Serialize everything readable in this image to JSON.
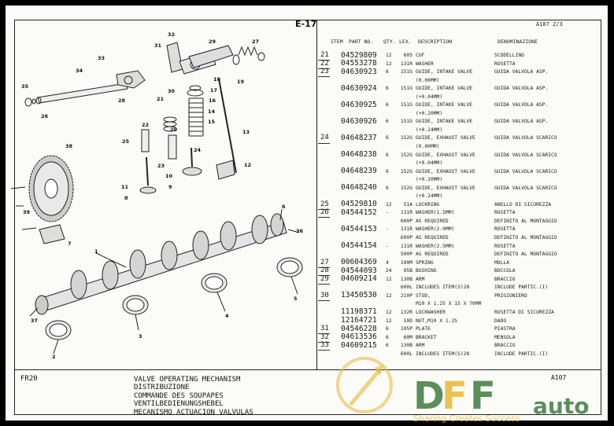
{
  "page": {
    "section": "E-17",
    "page_ref": "A107 2/3"
  },
  "columns": {
    "item": "ITEM",
    "part_no": "PART NO.",
    "qty": "QTY.",
    "lex": "LEX.",
    "description": "DESCRIPTION",
    "denominazione": "DENOMINAZIONE"
  },
  "rows": [
    {
      "item": "21",
      "part": "04529809",
      "qty": "12",
      "lex": "605",
      "desc": "CUF",
      "den": "SCODELLINO"
    },
    {
      "item": "22",
      "part": "04553278",
      "qty": "12",
      "lex": "131R",
      "desc": "WASHER",
      "den": "ROSETTA"
    },
    {
      "item": "23",
      "part": "04630923",
      "qty": "6",
      "lex": "151G",
      "desc": "GUIDE, INTAKE VALVE",
      "den": "GUIDA VALVOLA ASP."
    },
    {
      "item": "",
      "part": "",
      "qty": "",
      "lex": "",
      "desc": "(0.00MM)",
      "den": ""
    },
    {
      "item": "",
      "part": "04630924",
      "qty": "6",
      "lex": "151G",
      "desc": "GUIDE, INTAKE VALVE",
      "den": "GUIDA VALVOLA ASP."
    },
    {
      "item": "",
      "part": "",
      "qty": "",
      "lex": "",
      "desc": "(+0.04MM)",
      "den": ""
    },
    {
      "item": "",
      "part": "04630925",
      "qty": "6",
      "lex": "151G",
      "desc": "GUIDE, INTAKE VALVE",
      "den": "GUIDA VALVOLA ASP."
    },
    {
      "item": "",
      "part": "",
      "qty": "",
      "lex": "",
      "desc": "(+0.20MM)",
      "den": ""
    },
    {
      "item": "",
      "part": "04630926",
      "qty": "6",
      "lex": "151G",
      "desc": "GUIDE, INTAKE VALVE",
      "den": "GUIDA VALVOLA ASP."
    },
    {
      "item": "",
      "part": "",
      "qty": "",
      "lex": "",
      "desc": "(+0.24MM)",
      "den": ""
    },
    {
      "item": "24",
      "part": "04648237",
      "qty": "6",
      "lex": "152G",
      "desc": "GUIDE, EXHAUST VALVE",
      "den": "GUIDA VALVOLA SCARICO"
    },
    {
      "item": "",
      "part": "",
      "qty": "",
      "lex": "",
      "desc": "(0.00MM)",
      "den": ""
    },
    {
      "item": "",
      "part": "04648238",
      "qty": "6",
      "lex": "152G",
      "desc": "GUIDE, EXHAUST VALVE",
      "den": "GUIDA VALVOLA SCARICO"
    },
    {
      "item": "",
      "part": "",
      "qty": "",
      "lex": "",
      "desc": "(+0.04MM)",
      "den": ""
    },
    {
      "item": "",
      "part": "04648239",
      "qty": "6",
      "lex": "152G",
      "desc": "GUIDE, EXHAUST VALVE",
      "den": "GUIDA VALVOLA SCARICO"
    },
    {
      "item": "",
      "part": "",
      "qty": "",
      "lex": "",
      "desc": "(+0.20MM)",
      "den": ""
    },
    {
      "item": "",
      "part": "04648240",
      "qty": "6",
      "lex": "152G",
      "desc": "GUIDE, EXHAUST VALVE",
      "den": "GUIDA VALVOLA SCARICO"
    },
    {
      "item": "",
      "part": "",
      "qty": "",
      "lex": "",
      "desc": "(+0.24MM)",
      "den": ""
    },
    {
      "item": "25",
      "part": "04529810",
      "qty": "12",
      "lex": "51A",
      "desc": "LOCKRING",
      "den": "ANELLO DI SICUREZZA"
    },
    {
      "item": "26",
      "part": "04544152",
      "qty": "-",
      "lex": "131R",
      "desc": "WASHER(1.5MM)",
      "den": "ROSETTA"
    },
    {
      "item": "",
      "part": "",
      "qty": "",
      "lex": "600P",
      "desc": "AS REQUIRED",
      "den": "DEFINITO AL MONTAGGIO"
    },
    {
      "item": "",
      "part": "04544153",
      "qty": "-",
      "lex": "131R",
      "desc": "WASHER(2.0MM)",
      "den": "ROSETTA"
    },
    {
      "item": "",
      "part": "",
      "qty": "",
      "lex": "600P",
      "desc": "AS REQUIRED",
      "den": "DEFINITO AL MONTAGGIO"
    },
    {
      "item": "",
      "part": "04544154",
      "qty": "-",
      "lex": "131R",
      "desc": "WASHER(2.5MM)",
      "den": "ROSETTA"
    },
    {
      "item": "",
      "part": "",
      "qty": "",
      "lex": "500P",
      "desc": "AS REQUIRED",
      "den": "DEFINITO AL MONTAGGIO"
    },
    {
      "item": "27",
      "part": "00604369",
      "qty": "4",
      "lex": "100M",
      "desc": "SPRING",
      "den": "MOLLA"
    },
    {
      "item": "28",
      "part": "04544093",
      "qty": "24",
      "lex": "95B",
      "desc": "BUSHING",
      "den": "BOCCOLA"
    },
    {
      "item": "29",
      "part": "04609214",
      "qty": "12",
      "lex": "130B",
      "desc": "ARM",
      "den": "BRACCIO"
    },
    {
      "item": "",
      "part": "",
      "qty": "",
      "lex": "600L",
      "desc": "INCLUDES ITEM(S)28",
      "den": "INCLUDE PARTIC.(I)"
    },
    {
      "item": "30",
      "part": "13450530",
      "qty": "12",
      "lex": "210P",
      "desc": "STUD,",
      "den": "PRIGIONIERO"
    },
    {
      "item": "",
      "part": "",
      "qty": "",
      "lex": "",
      "desc": "M10 X 1.25 X 15 X 70MM",
      "den": ""
    },
    {
      "item": "",
      "part": "11198371",
      "qty": "12",
      "lex": "132R",
      "desc": "LOCKWASHER",
      "den": "ROSETTA DI SICUREZZA"
    },
    {
      "item": "",
      "part": "12164721",
      "qty": "12",
      "lex": "10D",
      "desc": "NUT,M10 X 1.25",
      "den": "DADO"
    },
    {
      "item": "31",
      "part": "04546228",
      "qty": "6",
      "lex": "105P",
      "desc": "PLATE",
      "den": "PIASTRA"
    },
    {
      "item": "32",
      "part": "04613536",
      "qty": "6",
      "lex": "60M",
      "desc": "BRACKET",
      "den": "MENSOLA"
    },
    {
      "item": "33",
      "part": "04609215",
      "qty": "6",
      "lex": "130B",
      "desc": "ARM",
      "den": "BRACCIO"
    },
    {
      "item": "",
      "part": "",
      "qty": "",
      "lex": "600L",
      "desc": "INCLUDES ITEM(S)28",
      "den": "INCLUDE PARTIC.(I)"
    }
  ],
  "callouts": [
    "1",
    "2",
    "3",
    "4",
    "5",
    "6",
    "7",
    "8",
    "9",
    "10",
    "11",
    "12",
    "13",
    "14",
    "15",
    "16",
    "17",
    "18",
    "19",
    "20",
    "21",
    "22",
    "23",
    "24",
    "25",
    "26",
    "27",
    "28",
    "29",
    "30",
    "31",
    "32",
    "33",
    "34",
    "35",
    "36",
    "37",
    "38",
    "39"
  ],
  "footer": {
    "code": "FR20",
    "titles": [
      "VALVE OPERATING MECHANISM",
      "DISTRIBUZIONE",
      "COMMANDE DES SOUPAPES",
      "VENTILBEDIENUNGSHEBEL",
      "MECANISMO ACTUACION VALVULAS"
    ],
    "ref": "A107"
  },
  "watermark": {
    "text": "auto",
    "slogan": "Sharing Creates Success",
    "color_green": "#3f7d3f",
    "color_yellow": "#e8b838"
  }
}
